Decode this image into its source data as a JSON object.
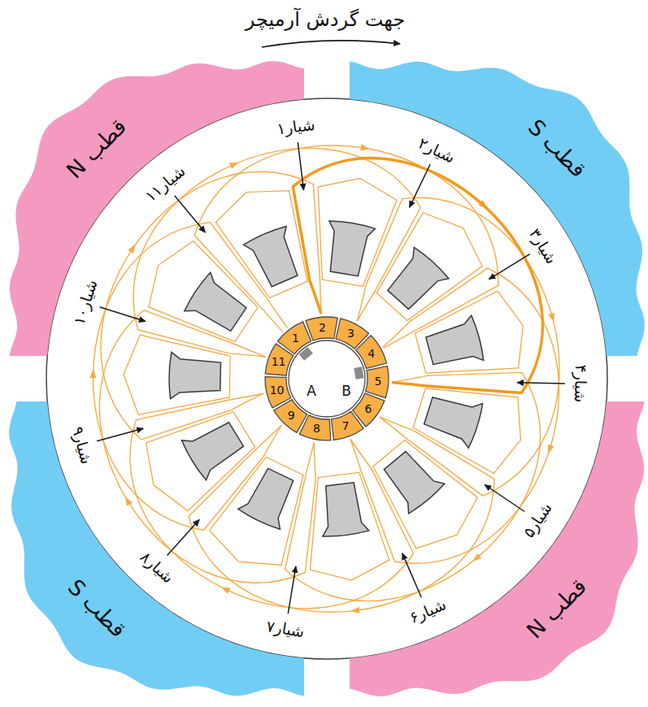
{
  "diagram": {
    "nodes": [
      {
        "text": [
          "قطب N"
        ]
      },
      {
        "text": [
          "قطب S"
        ]
      },
      {
        "text": [
          "قطب S"
        ]
      },
      {
        "text": [
          "قطب N"
        ]
      },
      {
        "text": [
          "1"
        ]
      },
      {
        "text": [
          "2"
        ]
      },
      {
        "text": [
          "3"
        ]
      },
      {
        "text": [
          "4"
        ]
      },
      {
        "text": [
          "5"
        ]
      },
      {
        "text": [
          "6"
        ]
      },
      {
        "text": [
          "7"
        ]
      },
      {
        "text": [
          "8"
        ]
      },
      {
        "text": [
          "9"
        ]
      },
      {
        "text": [
          "10"
        ]
      },
      {
        "text": [
          "11"
        ]
      }
    ],
    "labels": [
      "جهت گردش آرمیچر",
      "شیار۱",
      "شیار۲",
      "شیار۳",
      "شیار۴",
      "شیار۵",
      "شیار۶",
      "شیار۷",
      "شیار۸",
      "شیار۹",
      "شیار۱۰",
      "شیار۱۱",
      "A",
      "B"
    ]
  }
}
